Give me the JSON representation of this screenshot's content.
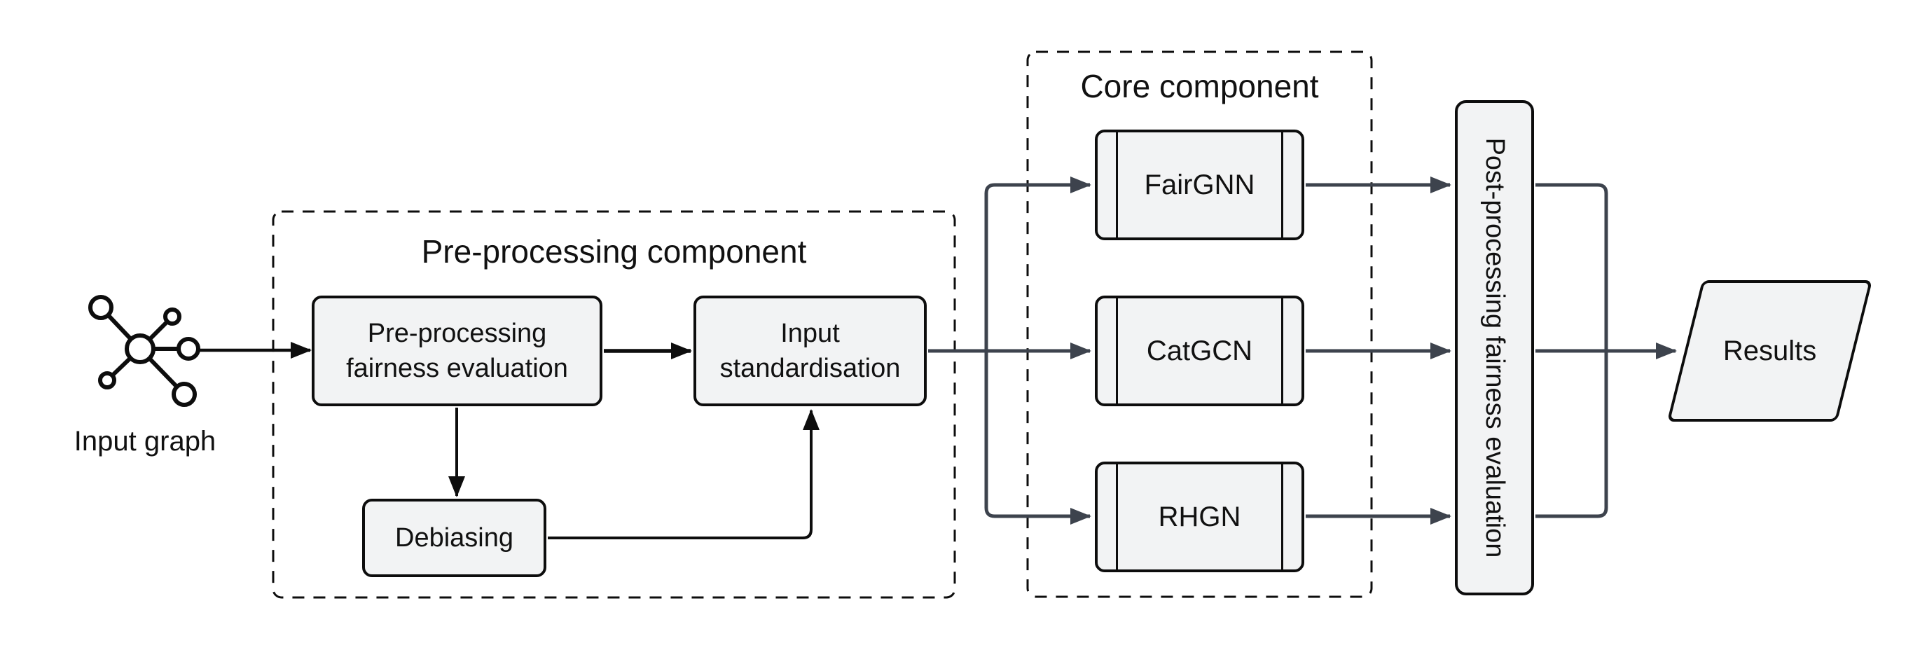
{
  "input_graph": {
    "label": "Input graph"
  },
  "preprocessing": {
    "title": "Pre-processing component",
    "fairness_box": "Pre-processing fairness evaluation",
    "standardisation_box": "Input standardisation",
    "debiasing_box": "Debiasing"
  },
  "core": {
    "title": "Core component",
    "models": [
      "FairGNN",
      "CatGCN",
      "RHGN"
    ]
  },
  "postprocessing": {
    "label": "Post-processing fairness evaluation"
  },
  "results": {
    "label": "Results"
  },
  "colors": {
    "connector_gray": "#3d434d",
    "stroke_black": "#0d0d0d",
    "node_fill": "#f2f3f4"
  }
}
